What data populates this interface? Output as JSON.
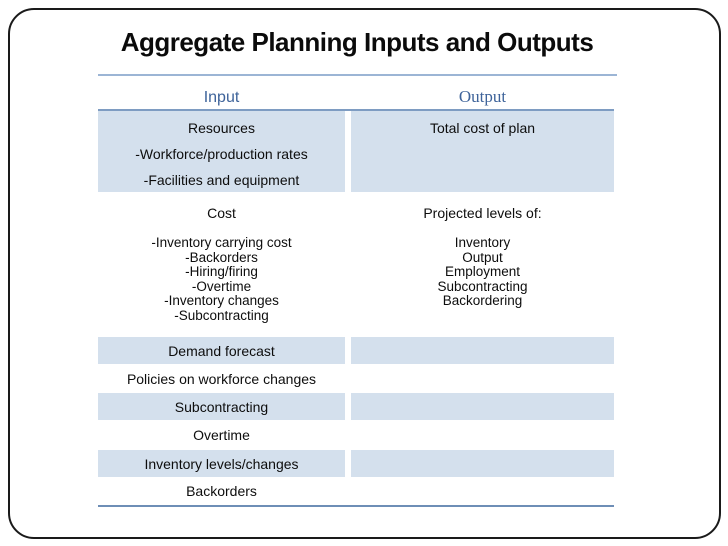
{
  "title": "Aggregate Planning Inputs and Outputs",
  "table": {
    "headers": {
      "input": "Input",
      "output": "Output"
    },
    "row1": {
      "input_lines": [
        "Resources",
        "-Workforce/production rates",
        "-Facilities and equipment"
      ],
      "output": "Total cost of plan"
    },
    "row2": {
      "input_heading": "Cost",
      "input_items": [
        "-Inventory carrying cost",
        "-Backorders",
        "-Hiring/firing",
        "-Overtime",
        "-Inventory changes",
        "-Subcontracting"
      ],
      "output_heading": "Projected levels of:",
      "output_items": [
        "Inventory",
        "Output",
        "Employment",
        "Subcontracting",
        "Backordering"
      ]
    },
    "simple_rows": [
      "Demand forecast",
      "Policies on workforce changes",
      "Subcontracting",
      "Overtime",
      "Inventory levels/changes",
      "Backorders"
    ]
  },
  "colors": {
    "band": "#d4e0ed",
    "header_text": "#3e639a",
    "header_rule": "#7e9cc2",
    "title_rule": "#9cb5d5",
    "bottom_rule": "#6e8eb6",
    "border_black": "#1a1a1a"
  }
}
